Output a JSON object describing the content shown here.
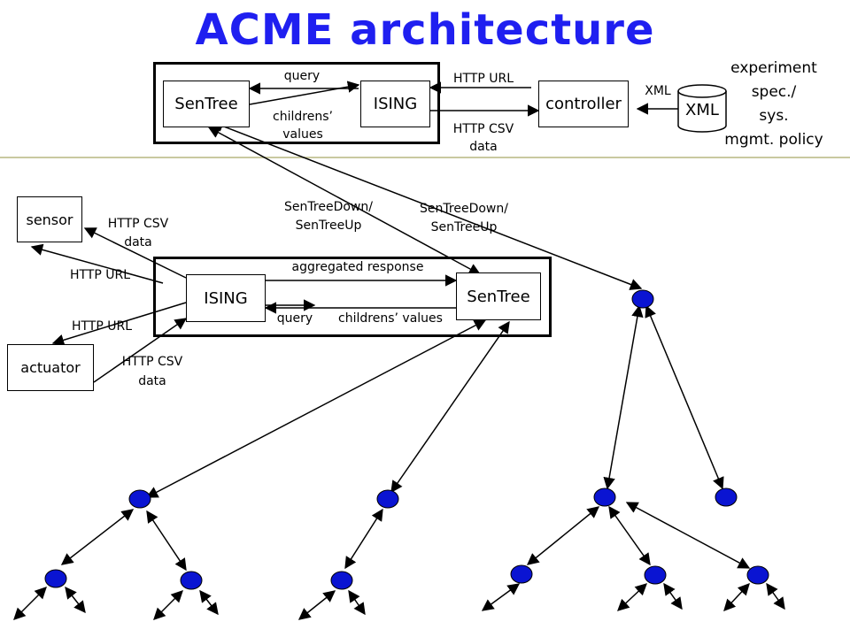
{
  "title": "ACME architecture",
  "colors": {
    "title": "#1f1ff0",
    "node": "#0a14d2",
    "divider": "#c9c9a0"
  },
  "top": {
    "sentree": "SenTree",
    "ising": "ISING",
    "controller": "controller",
    "xml_store": "XML",
    "label_query": "query",
    "label_children_l1": "childrens’",
    "label_children_l2": "values",
    "label_http_url": "HTTP URL",
    "label_http_csv_l1": "HTTP CSV",
    "label_http_csv_l2": "data",
    "label_xml": "XML",
    "policy": [
      "experiment",
      "spec./",
      "sys.",
      "mgmt. policy"
    ]
  },
  "middle": {
    "link_label_1": [
      "SenTreeDown/",
      "SenTreeUp"
    ],
    "link_label_2": [
      "SenTreeDown/",
      "SenTreeUp"
    ],
    "sensor": "sensor",
    "actuator": "actuator",
    "ising": "ISING",
    "sentree": "SenTree",
    "label_sensor_csv": [
      "HTTP CSV",
      "data"
    ],
    "label_sensor_url": "HTTP URL",
    "label_actuator_url": "HTTP URL",
    "label_actuator_csv": [
      "HTTP CSV",
      "data"
    ],
    "label_aggregated": "aggregated response",
    "label_query": "query",
    "label_children": "childrens’ values"
  }
}
